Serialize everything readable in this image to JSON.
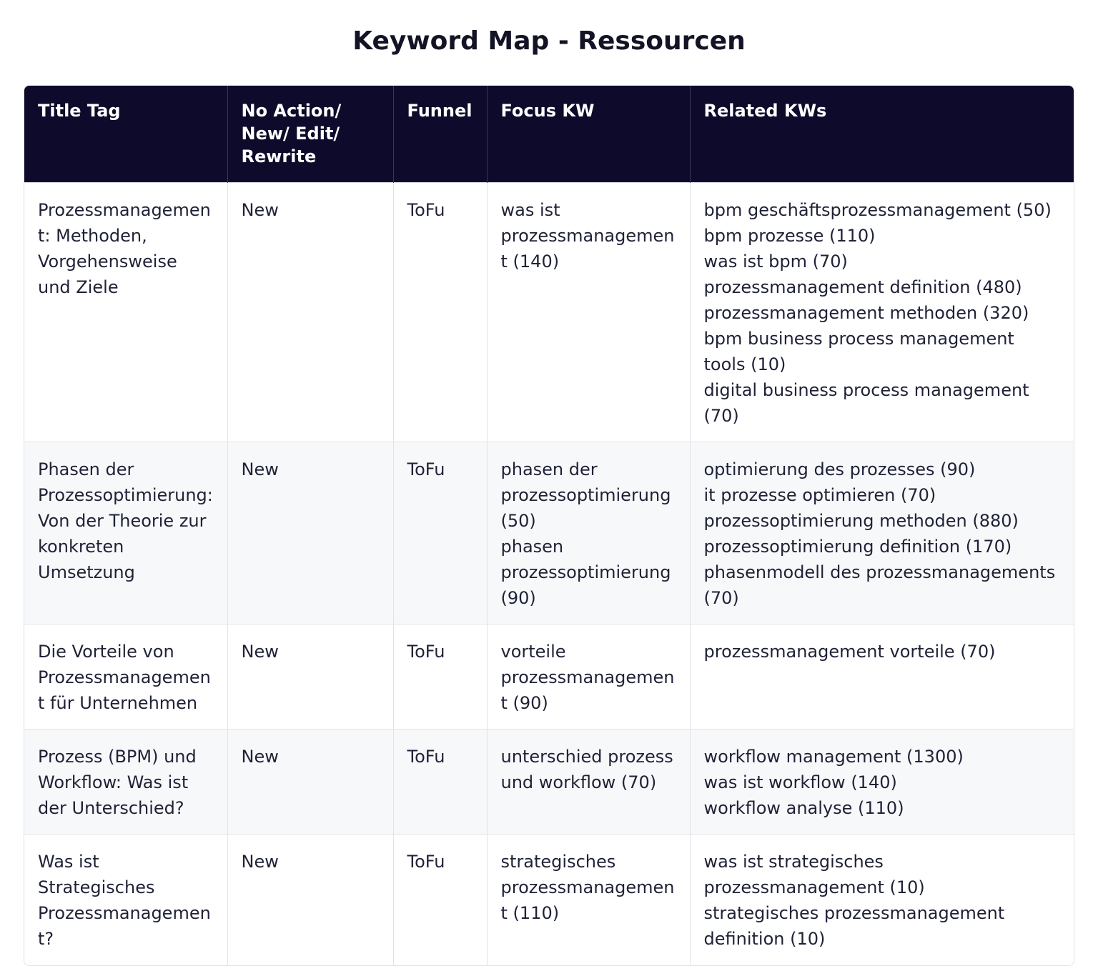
{
  "title": "Keyword Map - Ressourcen",
  "table": {
    "headers": [
      "Title Tag",
      "No Action/ New/ Edit/ Rewrite",
      "Funnel",
      "Focus KW",
      "Related KWs"
    ],
    "rows": [
      {
        "title_tag": "Prozessmanagement: Methoden, Vorgehensweise und Ziele",
        "action": "New",
        "funnel": "ToFu",
        "focus_kw": [
          "was ist prozessmanagement (140)"
        ],
        "related_kws": [
          "bpm geschäftsprozessmanagement (50)",
          "bpm prozesse (110)",
          "was ist bpm (70)",
          "prozessmanagement definition (480)",
          "prozessmanagement methoden (320)",
          "bpm business process management tools (10)",
          "digital business process management (70)"
        ]
      },
      {
        "title_tag": "Phasen der Prozessoptimierung: Von der Theorie zur konkreten Umsetzung",
        "action": "New",
        "funnel": "ToFu",
        "focus_kw": [
          "phasen der prozessoptimierung (50)",
          "phasen prozessoptimierung (90)"
        ],
        "related_kws": [
          "optimierung des prozesses (90)",
          "it prozesse optimieren (70)",
          "prozessoptimierung methoden (880)",
          "prozessoptimierung definition (170)",
          "phasenmodell des prozessmanagements (70)"
        ]
      },
      {
        "title_tag": "Die Vorteile von Prozessmanagement für Unternehmen",
        "action": "New",
        "funnel": "ToFu",
        "focus_kw": [
          "vorteile prozessmanagement (90)"
        ],
        "related_kws": [
          "prozessmanagement vorteile (70)"
        ]
      },
      {
        "title_tag": "Prozess (BPM) und Workflow: Was ist der Unterschied?",
        "action": "New",
        "funnel": "ToFu",
        "focus_kw": [
          "unterschied prozess und workflow (70)"
        ],
        "related_kws": [
          "workflow management (1300)",
          "was ist workflow (140)",
          "workflow analyse (110)"
        ]
      },
      {
        "title_tag": "Was ist Strategisches Prozessmanagement?",
        "action": "New",
        "funnel": "ToFu",
        "focus_kw": [
          "strategisches prozessmanagement (110)"
        ],
        "related_kws": [
          "was ist strategisches prozessmanagement (10)",
          "strategisches prozessmanagement definition (10)"
        ]
      }
    ]
  }
}
